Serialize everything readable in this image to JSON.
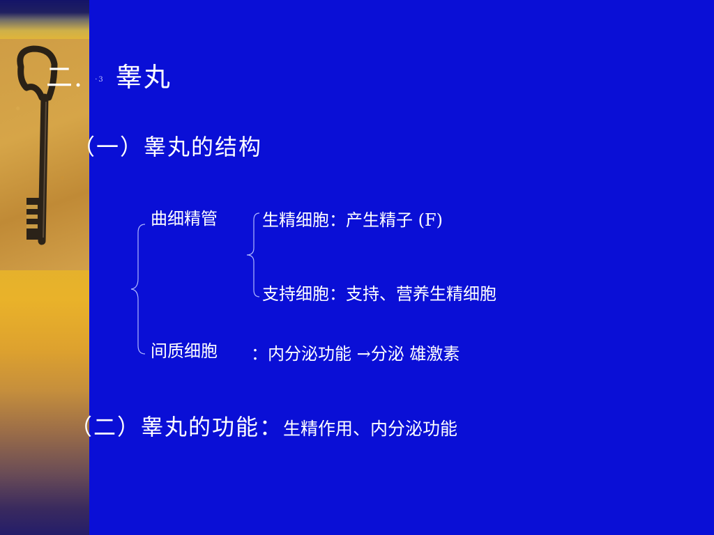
{
  "slide": {
    "title": {
      "prefix": "二.",
      "mark": "·3",
      "text": "睾丸"
    },
    "section1": {
      "heading": "（一）睾丸的结构",
      "items": {
        "seminiferous_tubule": "曲细精管",
        "spermatogenic_cell": "生精细胞：产生精子 (F)",
        "sertoli_cell": "支持细胞：支持、营养生精细胞",
        "interstitial_cell": "间质细胞",
        "endocrine": "：内分泌功能 →分泌 雄激素"
      }
    },
    "section2": {
      "heading": "（二）睾丸的功能：",
      "detail": "生精作用、内分泌功能"
    }
  },
  "colors": {
    "background": "#0a0fd6",
    "text": "#ffffff",
    "brace": "#b0b8ff",
    "accent_strip": "#e4b12c"
  },
  "icons": {
    "key_image": "antique-key-photo"
  }
}
